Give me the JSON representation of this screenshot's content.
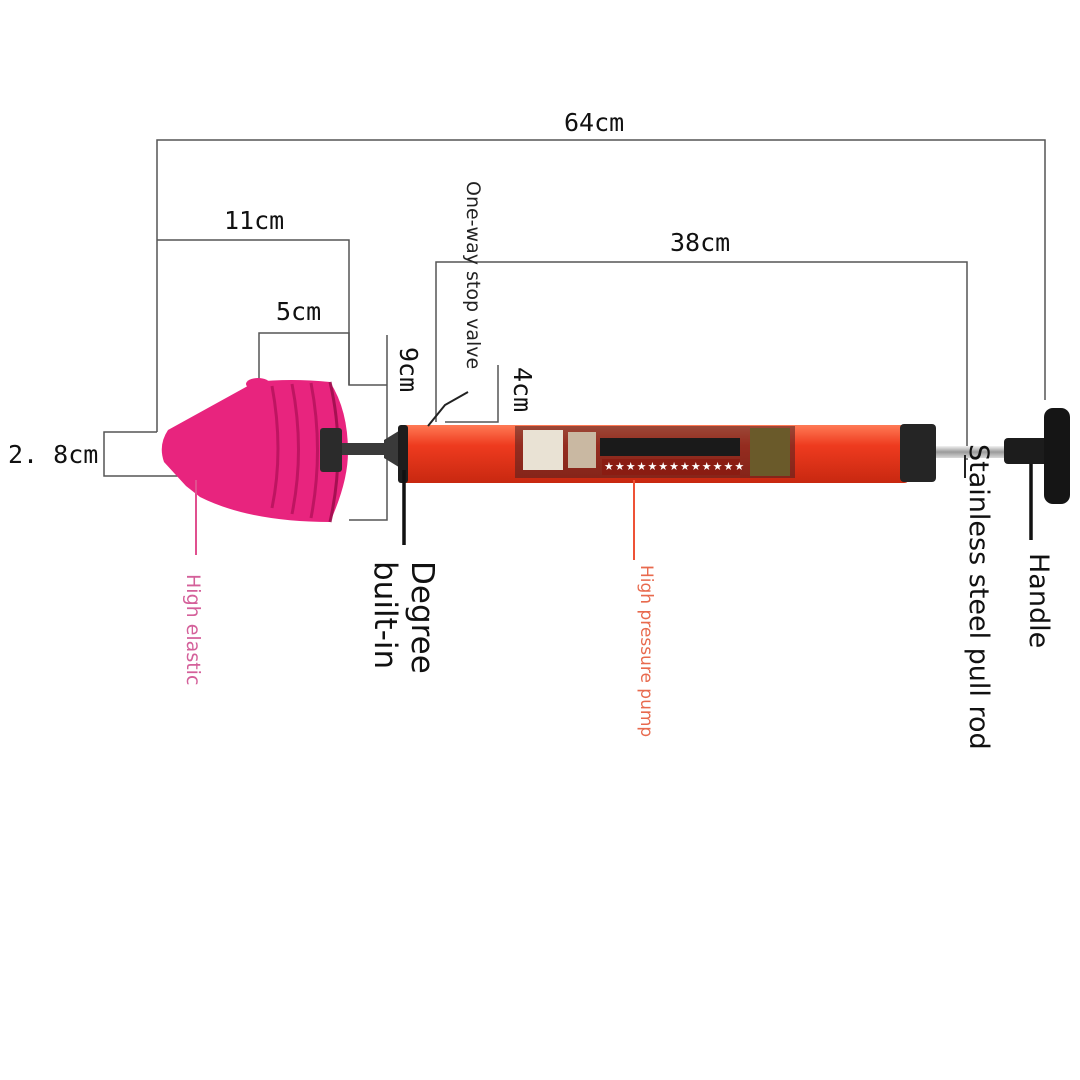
{
  "dimensions": {
    "overall_length": "64cm",
    "head_length": "11cm",
    "cup_length": "5cm",
    "cup_diameter": "9cm",
    "tip_diameter": "2. 8cm",
    "pump_length": "38cm",
    "valve_offset": "4cm"
  },
  "callouts": {
    "one_way_valve": "One-way stop valve",
    "high_elastic": "High elastic",
    "degree_builtin_1": "Degree",
    "degree_builtin_2": "built-in",
    "high_pressure_pump": "High pressure pump",
    "pull_rod": "Stainless steel pull rod",
    "handle": "Handle"
  },
  "colors": {
    "cup": "#e8247e",
    "barrel": "#ee3b1f",
    "cap": "#222222",
    "elastic_label": "#d4609a",
    "pump_label": "#e86a4e"
  },
  "label": {
    "stars": "★★★★★★★★★★★★★"
  }
}
